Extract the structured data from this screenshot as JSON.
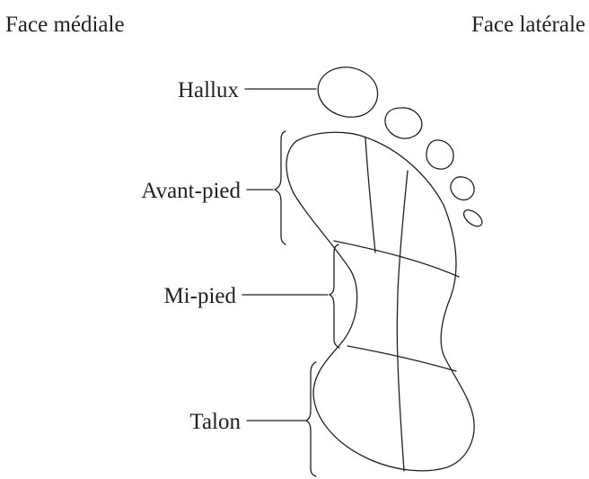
{
  "header": {
    "left_label": "Face médiale",
    "right_label": "Face latérale"
  },
  "regions": {
    "hallux": "Hallux",
    "forefoot": "Avant-pied",
    "midfoot": "Mi-pied",
    "heel": "Talon"
  },
  "colors": {
    "ink": "#231f20",
    "background": "#ffffff"
  }
}
